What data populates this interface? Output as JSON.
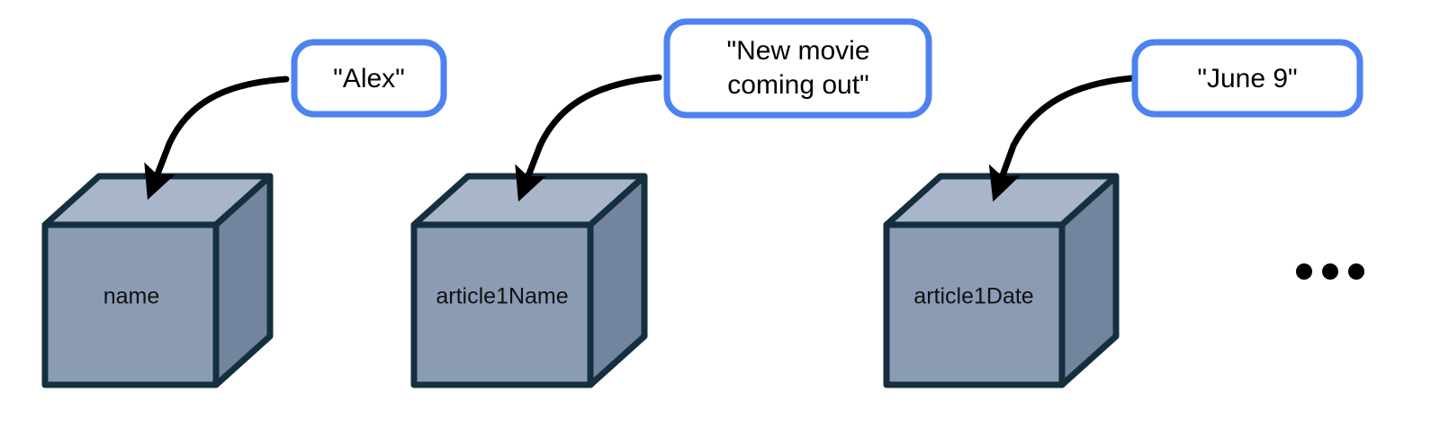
{
  "diagram": {
    "type": "object-properties-illustration",
    "background_color": "#ffffff",
    "palette": {
      "cube_top_face": "#a9b5ca",
      "cube_front_face": "#8b9bb4",
      "cube_side_face": "#73849e",
      "cube_outline": "#14303f",
      "callout_border": "#4d82f0",
      "callout_fill": "#ffffff",
      "arrow_color": "#000000",
      "text_color": "#111111"
    },
    "cubes": [
      {
        "id": "cube-name",
        "label": "name"
      },
      {
        "id": "cube-article1name",
        "label": "article1Name"
      },
      {
        "id": "cube-article1date",
        "label": "article1Date"
      }
    ],
    "callouts": [
      {
        "id": "callout-alex",
        "lines": [
          "\"Alex\""
        ],
        "target": "cube-name"
      },
      {
        "id": "callout-new-movie",
        "lines": [
          "\"New movie",
          "coming out\""
        ],
        "target": "cube-article1name"
      },
      {
        "id": "callout-june-9",
        "lines": [
          "\"June 9\""
        ],
        "target": "cube-article1date"
      }
    ],
    "ellipsis": {
      "id": "more-indicator",
      "label": "...",
      "dot_count": 3
    }
  }
}
